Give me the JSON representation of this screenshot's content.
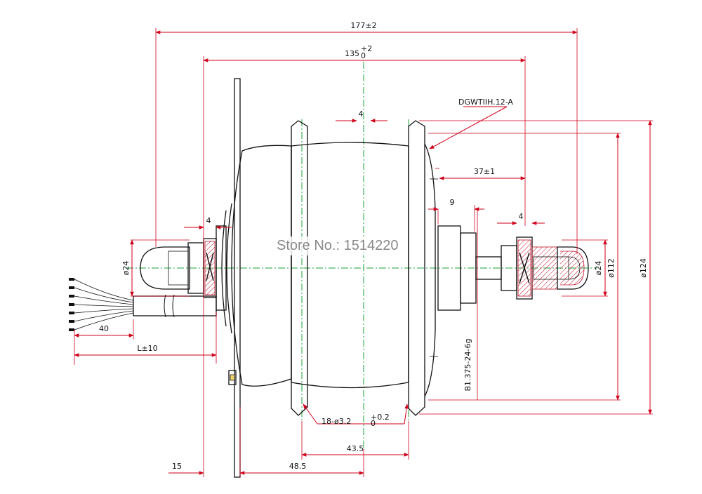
{
  "watermark": "Store No.: 1514220",
  "dimensions": {
    "overall_width": "177±2",
    "flange_span": "135",
    "flange_span_tol_upper": "+2",
    "flange_span_tol_lower": "0",
    "flange_gap": "4",
    "part_code": "DGWTIIH.12-A",
    "right_axle_length": "37±1",
    "nut_width": "9",
    "right_small": "4",
    "left_small": "4",
    "left_dia": "ø24",
    "right_dia": "ø24",
    "dia_112": "ø112",
    "dia_124": "ø124",
    "thread_spec": "B1.375-24-6g",
    "cable_length": "L±10",
    "wire_length": "40",
    "spoke_holes": "18-ø3.2",
    "spoke_holes_tol_upper": "+0.2",
    "spoke_holes_tol_lower": "0",
    "flange_pitch": "43.5",
    "hub_offset": "48.5",
    "disc_offset": "15"
  },
  "colors": {
    "dimension": "#d0021b",
    "centerline": "#19a33a",
    "outline": "#111111"
  }
}
